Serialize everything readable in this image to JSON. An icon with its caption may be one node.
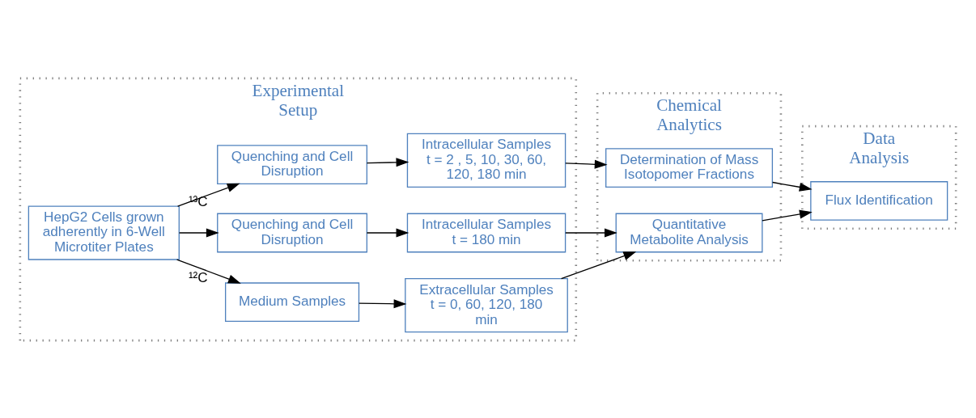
{
  "diagram": {
    "nodes": [
      {
        "text": [
          "Experimental Setup"
        ]
      },
      {
        "text": [
          "Chemical Analytics"
        ]
      },
      {
        "text": [
          "Data Analysis"
        ]
      },
      {
        "text": [
          "HepG2 Cells grown adherently in 6-Well Microtiter Plates"
        ],
        "in": 0
      },
      {
        "text": [
          "Medium Samples"
        ],
        "in": 0
      },
      {
        "text": [
          "Extracellular Samples",
          "t = 0, 60, 120, 180 min"
        ],
        "in": 0
      },
      {
        "text": [
          "Quenching and Cell Disruption"
        ],
        "in": 0
      },
      {
        "text": [
          "Intracellular Samples",
          "t = 180 min"
        ],
        "in": 0
      },
      {
        "text": [
          "Quantitative Metabolite Analysis"
        ],
        "in": 1
      },
      {
        "text": [
          "Quenching and Cell Disruption"
        ],
        "in": 0
      },
      {
        "text": [
          "Intracellular Samples",
          "t = 2 , 5, 10, 30, 60, 120, 180 min"
        ],
        "in": 0
      },
      {
        "text": [
          "Determination of Mass Isotopomer Fractions"
        ],
        "in": 1
      },
      {
        "text": [
          "Flux Identification"
        ],
        "in": 2
      }
    ],
    "edges": [
      {
        "from": 3,
        "to": 4,
        "arrow": "to",
        "label": "¹²C"
      },
      {
        "from": 3,
        "to": 6,
        "arrow": "to"
      },
      {
        "from": 4,
        "to": 5,
        "arrow": "to"
      },
      {
        "from": 6,
        "to": 7,
        "arrow": "to"
      },
      {
        "from": 5,
        "to": 8,
        "arrow": "to"
      },
      {
        "from": 7,
        "to": 8,
        "arrow": "to"
      },
      {
        "from": 3,
        "to": 9,
        "arrow": "to",
        "label": "¹³C"
      },
      {
        "from": 9,
        "to": 10,
        "arrow": "to"
      },
      {
        "from": 10,
        "to": 11,
        "arrow": "to"
      },
      {
        "from": 8,
        "to": 12,
        "arrow": "to"
      },
      {
        "from": 11,
        "to": 12,
        "arrow": "to"
      }
    ]
  }
}
